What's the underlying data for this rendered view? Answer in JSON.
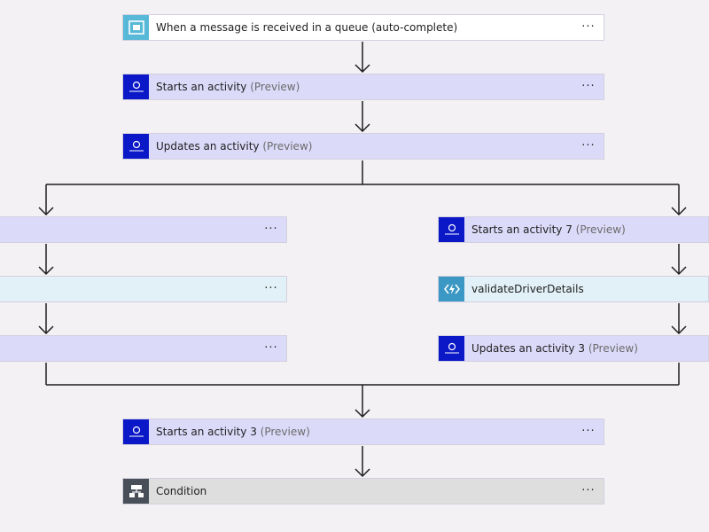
{
  "flow": {
    "trigger": {
      "title": "When a message is received in a queue (auto-complete)",
      "menu": "···",
      "icon": "service-bus-icon"
    },
    "step1": {
      "title": "Starts an activity",
      "tag": "(Preview)",
      "menu": "···",
      "icon": "activity-icon"
    },
    "step2": {
      "title": "Updates an activity",
      "tag": "(Preview)",
      "menu": "···",
      "icon": "activity-icon"
    },
    "left_branch": [
      {
        "menu": "···"
      },
      {
        "menu": "···"
      },
      {
        "menu": "···"
      }
    ],
    "right_branch": [
      {
        "title": "Starts an activity 7",
        "tag": "(Preview)",
        "icon": "activity-icon"
      },
      {
        "title": "validateDriverDetails",
        "icon": "function-icon"
      },
      {
        "title": "Updates an activity 3",
        "tag": "(Preview)",
        "icon": "activity-icon"
      }
    ],
    "step3": {
      "title": "Starts an activity 3",
      "tag": "(Preview)",
      "menu": "···",
      "icon": "activity-icon"
    },
    "condition": {
      "title": "Condition",
      "menu": "···",
      "icon": "condition-icon"
    }
  },
  "colors": {
    "background": "#f3f1f4",
    "activity_card": "#dcdaf9",
    "activity_icon": "#0b18c8",
    "queue_icon": "#58b8d8",
    "function_card": "#e2f1f7",
    "function_icon": "#3b98c4",
    "condition_card": "#dedede",
    "condition_icon": "#484f58",
    "connector": "#1e1e1e"
  }
}
